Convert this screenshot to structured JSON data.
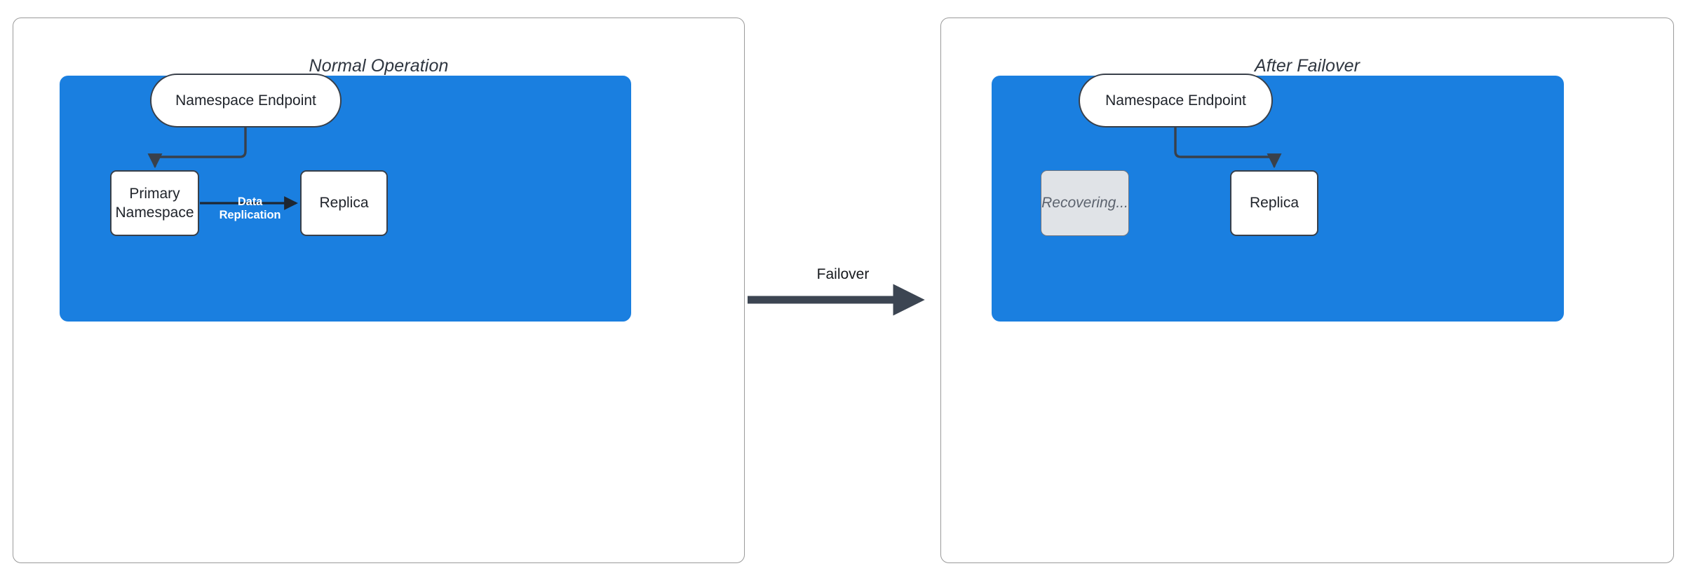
{
  "diagram": {
    "title_style": "italic",
    "colors": {
      "zone_blue": "#1a7fe0",
      "node_border": "#39404a",
      "node_fill": "#ffffff",
      "recovering_fill": "#e0e3e7",
      "recovering_text": "#5c636e",
      "connector": "#39404a",
      "panel_border": "#9a9a9a",
      "replication_label": "#ffffff",
      "failover_arrow": "#3c4552"
    },
    "panels": [
      {
        "id": "normal-operation",
        "title": "Normal Operation",
        "nodes": [
          {
            "id": "endpoint",
            "label": "Namespace Endpoint",
            "shape": "pill",
            "state": "active"
          },
          {
            "id": "primary",
            "label": "Primary\nNamespace",
            "line1": "Primary",
            "line2": "Namespace",
            "shape": "box",
            "state": "active"
          },
          {
            "id": "replica",
            "label": "Replica",
            "shape": "box",
            "state": "active"
          }
        ],
        "edges": [
          {
            "from": "endpoint",
            "to": "primary",
            "label": "",
            "style": "elbow-left"
          },
          {
            "from": "primary",
            "to": "replica",
            "label": "Data Replication",
            "style": "straight"
          }
        ]
      },
      {
        "id": "after-failover",
        "title": "After Failover",
        "nodes": [
          {
            "id": "endpoint",
            "label": "Namespace Endpoint",
            "shape": "pill",
            "state": "active"
          },
          {
            "id": "recovering",
            "label": "Recovering...",
            "shape": "box",
            "state": "recovering"
          },
          {
            "id": "replica",
            "label": "Replica",
            "shape": "box",
            "state": "active"
          }
        ],
        "edges": [
          {
            "from": "endpoint",
            "to": "replica",
            "label": "",
            "style": "elbow-right"
          }
        ]
      }
    ],
    "transition": {
      "label": "Failover",
      "direction": "left-to-right"
    }
  }
}
